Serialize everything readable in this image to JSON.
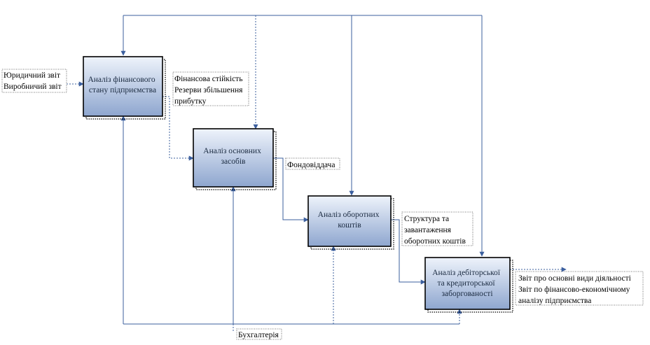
{
  "boxes": [
    {
      "id": "fin",
      "lines": [
        "Аналіз фінансового",
        "стану підприємства"
      ]
    },
    {
      "id": "fixed",
      "lines": [
        "Аналіз основних",
        "засобів"
      ]
    },
    {
      "id": "current",
      "lines": [
        "Аналіз оборотних",
        "коштів"
      ]
    },
    {
      "id": "debt",
      "lines": [
        "Аналіз дебіторської",
        "та кредиторської",
        "заборгованості"
      ]
    }
  ],
  "labels": {
    "input": [
      "Юридичний звіт",
      "Виробничий звіт"
    ],
    "fin_output": [
      "Фінансова стійкість",
      "Резерви збільшення",
      "прибутку"
    ],
    "fixed_output": [
      "Фондовіддача"
    ],
    "current_output": [
      "Структура та",
      "завантаження",
      "оборотних коштів"
    ],
    "final_output": [
      "Звіт про основні види діяльності",
      "Звіт по фінансово-економічному",
      "аналізу підприємства"
    ],
    "mechanism": [
      "Бухгалтерія"
    ]
  },
  "colors": {
    "line": "#3b5f9e",
    "box_border": "#000000",
    "box_fill_top": "#eef3fb",
    "box_fill_bottom": "#8ea6cf",
    "box_shadow": "#000000"
  }
}
